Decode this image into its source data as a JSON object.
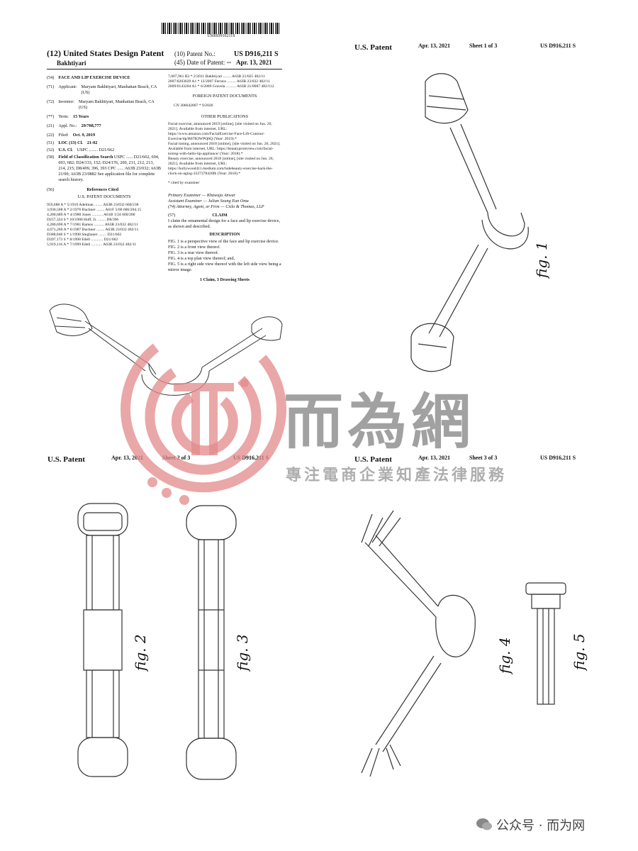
{
  "barcode_number": "US00D916211S",
  "sheet1": {
    "header_left": "(12) United States Design Patent",
    "inventor_short": "Bakhtiyari",
    "patent_no_label": "(10) Patent No.:",
    "patent_no": "US D916,211 S",
    "date_label": "(45) Date of Patent:",
    "date_mark": "**",
    "date": "Apr. 13, 2021",
    "fields": [
      {
        "code": "(54)",
        "label": "FACE AND LIP EXERCISE DEVICE",
        "value": ""
      },
      {
        "code": "(71)",
        "label": "Applicant:",
        "value": "Maryam Bakhtiyari, Manhattan Beach, CA (US)"
      },
      {
        "code": "(72)",
        "label": "Inventor:",
        "value": "Maryam Bakhtiyari, Manhattan Beach, CA (US)"
      },
      {
        "code": "(**)",
        "label": "Term:",
        "value": "15 Years"
      },
      {
        "code": "(21)",
        "label": "Appl. No.:",
        "value": "29/708,777"
      },
      {
        "code": "(22)",
        "label": "Filed:",
        "value": "Oct. 9, 2019"
      },
      {
        "code": "(51)",
        "label": "LOC (13) Cl.",
        "value": "21-02"
      },
      {
        "code": "(52)",
        "label": "U.S. Cl.",
        "value": "USPC ........ D21/662"
      },
      {
        "code": "(58)",
        "label": "Field of Classification Search",
        "value": "USPC ...... D21/662, 694, 693, 682; D24/133, 152; D24/176, 200, 211, 212, 213, 214, 215; D8/499, 396, 393 CPC ...... A63B 23/032; A63B 21/00; A63B 23/0882 See application file for complete search history."
      }
    ],
    "references_code": "(56)",
    "references_title": "References Cited",
    "us_docs_title": "U.S. PATENT DOCUMENTS",
    "us_docs": [
      "959,688 A * 5/1910 Adelman ........ A63B 23/032 600/238",
      "3,930,508 A * 2/1976 Buchner ........ A61F 5/00 606/204.15",
      "4,280,689 A * 4/1980 Jones ........... A61B 1/24 600/200",
      "D257,324 S * 10/1980 Hoff, Jr. ........ D8/396",
      "4,280,690 A * 7/1981 Ramos .......... A63B 23/032 482/11",
      "4,671,260 A * 6/1987 Buchner ........ A63B 23/032 482/11",
      "D388,848 S * 1/1998 Stegbauer ........ D21/662",
      "D397,173 S * 8/1998 Edell ............ D21/662",
      "5,919,116 A * 7/1999 Edell ........... A63B 23/032 482/11"
    ],
    "right_refs": [
      "7,007,961 B2 * 2/2011 Bakhtiyari ........ A63B 21/025 482/11",
      "2007/0203029 A1 * 12/2007 Ferrara ......... A63B 23/032 482/11",
      "2009/0143204 A1 * 6/2009 Gravela .......... A63B 21/0087 482/112"
    ],
    "foreign_title": "FOREIGN PATENT DOCUMENTS",
    "foreign_docs": "CN 306642807 * 9/2020",
    "other_title": "OTHER PUBLICATIONS",
    "other_pubs": [
      "Facial exercise, announced 2019 [online], [site visited on Jun. 26, 2021]. Available from internet, URL: https://www.amazon.com/FacialExercise-Face-Lift-Contour-Exercise/dp/B07B3WPQ6Q (Year: 2019).*",
      "Facial toning, announced 2018 [online], [site visited on Jun. 26, 2021]. Available from internet, URL: https://beautyproreview.com/facial-toning-with-hello-lip-appliance/ (Year: 2018).*",
      "Beauty exercise, announced 2018 [online], [site visited on Jun. 26, 2021]. Available from internet, URL: https://hollywood411.medium.com/hidebeauty-exercise-hack-the-clock-on-aging-3327378420fb (Year: 2018).*"
    ],
    "cited_note": "* cited by examiner",
    "examiners": [
      "Primary Examiner — Khawaja Anwar",
      "Assistant Examiner — Julian Seung Eun Oma",
      "(74) Attorney, Agent, or Firm — Cislo & Thomas, LLP"
    ],
    "claim_code": "(57)",
    "claim_title": "CLAIM",
    "claim_text": "I claim the ornamental design for a face and lip exercise device, as shown and described.",
    "description_title": "DESCRIPTION",
    "description": [
      "FIG. 1 is a perspective view of the face and lip exercise device.",
      "FIG. 2 is a front view thereof.",
      "FIG. 3 is a rear view thereof.",
      "FIG. 4 is a top plan view thereof; and,",
      "FIG. 5 is a right side view thereof with the left side view being a mirror image."
    ],
    "claims_sheets": "1 Claim, 3 Drawing Sheets"
  },
  "sheet_headers": [
    {
      "left": "U.S. Patent",
      "date": "Apr. 13, 2021",
      "sheet": "Sheet 1 of 3",
      "number": "US D916,211 S"
    },
    {
      "left": "U.S. Patent",
      "date": "Apr. 13, 2021",
      "sheet": "Sheet 2 of 3",
      "number": "US D916,211 S"
    },
    {
      "left": "U.S. Patent",
      "date": "Apr. 13, 2021",
      "sheet": "Sheet 3 of 3",
      "number": "US D916,211 S"
    }
  ],
  "figure_labels": {
    "fig1": "fig. 1",
    "fig2": "fig. 2",
    "fig3": "fig. 3",
    "fig4": "fig. 4",
    "fig5": "fig. 5"
  },
  "watermark": {
    "chinese_title": "而為網",
    "chinese_subtitle": "專注電商企業知產法律服務",
    "logo_color": "#e48a8a"
  },
  "footer": {
    "text": "公众号 · 而为网"
  }
}
